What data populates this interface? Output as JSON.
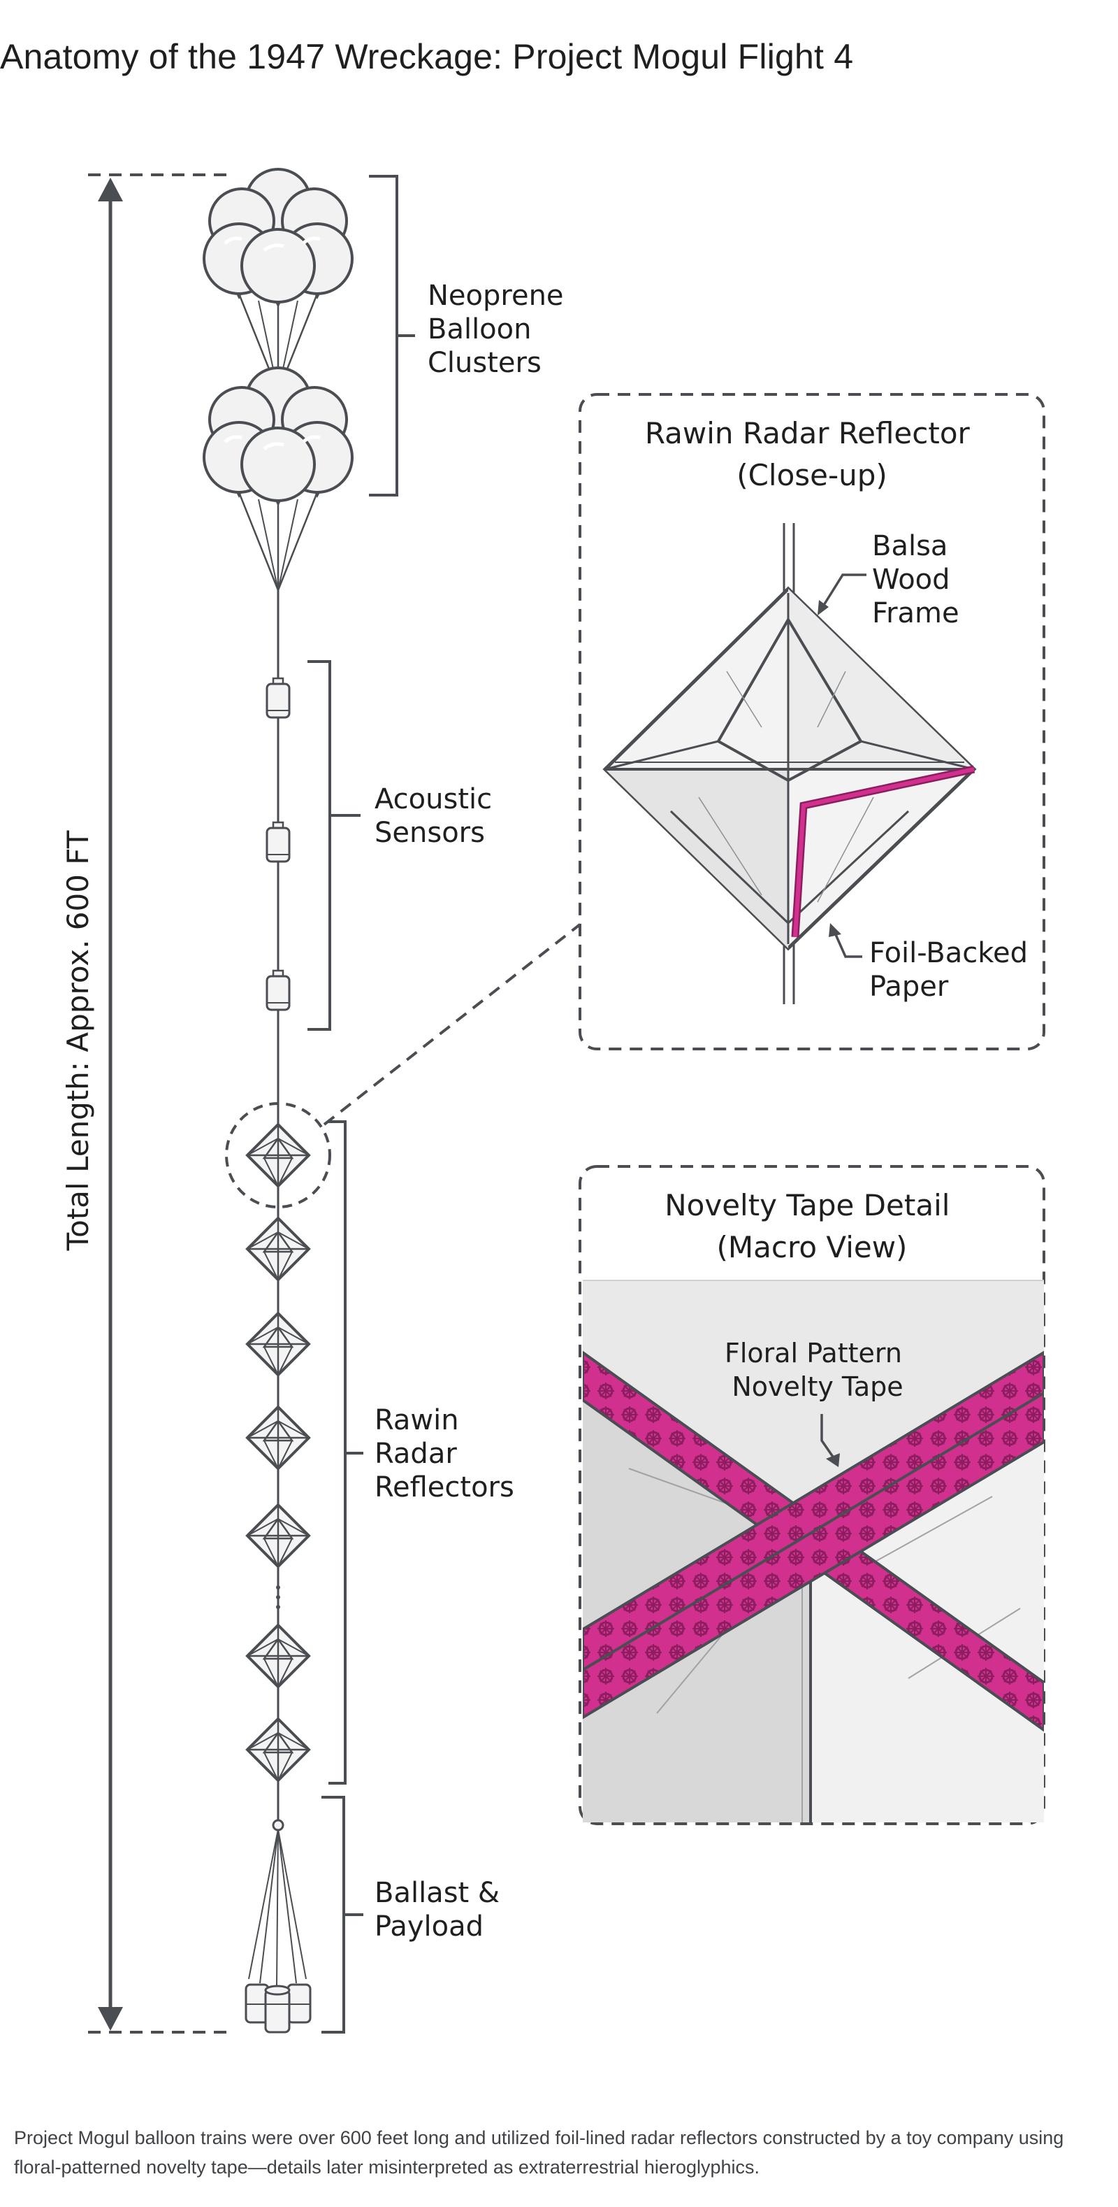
{
  "title": "Anatomy of the 1947 Wreckage: Project Mogul Flight 4",
  "total_length_label": "Total Length: Approx. 600 FT",
  "labels": {
    "balloons": [
      "Neoprene",
      "Balloon",
      "Clusters"
    ],
    "sensors": [
      "Acoustic",
      "Sensors"
    ],
    "reflectors": [
      "Rawin",
      "Radar",
      "Reflectors"
    ],
    "ballast": [
      "Ballast &",
      "Payload"
    ]
  },
  "reflector_closeup": {
    "title": [
      "Rawin Radar Reflector",
      "(Close-up)"
    ],
    "frame_label": [
      "Balsa",
      "Wood",
      "Frame"
    ],
    "paper_label": [
      "Foil-Backed",
      "Paper"
    ]
  },
  "tape_detail": {
    "title": [
      "Novelty Tape Detail",
      "(Macro View)"
    ],
    "tape_label": [
      "Floral Pattern",
      "Novelty Tape"
    ]
  },
  "caption": "Project Mogul balloon trains were over 600 feet long and utilized foil-lined radar reflectors constructed by a toy company using floral-patterned novelty tape—details later misinterpreted as extraterrestrial hieroglyphics.",
  "colors": {
    "line": "#4a4d52",
    "tape": "#d2308f",
    "tape_dark": "#8a1e5e",
    "panel_fill": "#e9e9ea",
    "balloon_fill": "#f2f2f2"
  }
}
